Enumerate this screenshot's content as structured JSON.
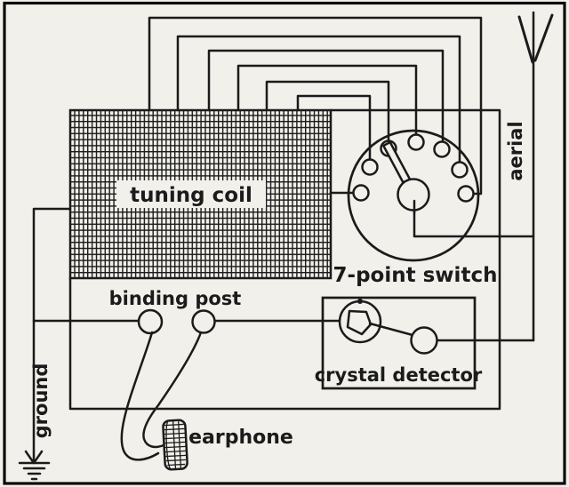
{
  "paper": {
    "background": "#f2f0eb",
    "ink": "#1b1b1b",
    "border": "#0a0a0a"
  },
  "labels": {
    "tuning_coil": "tuning coil",
    "switch": "7-point switch",
    "binding_post": "binding post",
    "crystal_detector": "crystal detector",
    "earphone": "earphone",
    "aerial": "aerial",
    "ground": "ground"
  },
  "counts": {
    "switch_contacts": 7,
    "binding_posts": 2,
    "coil_top_taps": 6
  }
}
